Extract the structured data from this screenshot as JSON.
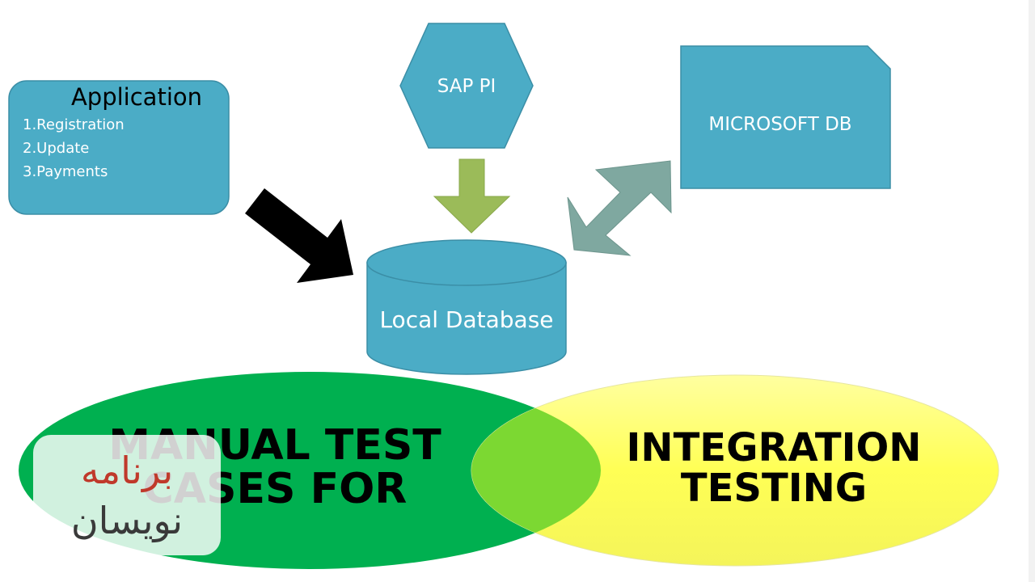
{
  "application": {
    "title": "Application",
    "items": [
      "1.Registration",
      "2.Update",
      "3.Payments"
    ]
  },
  "sap_pi": {
    "label": "SAP PI"
  },
  "microsoft_db": {
    "label": "MICROSOFT DB"
  },
  "local_db": {
    "label": "Local Database"
  },
  "venn": {
    "left_line1": "MANUAL TEST",
    "left_line2": "CASES FOR",
    "right_line1": "INTEGRATION",
    "right_line2": "TESTING"
  },
  "watermark": {
    "line1": "برنامه",
    "line2": "نویسان"
  },
  "colors": {
    "node_fill": "#4bacc6",
    "node_stroke": "#3b8ea6",
    "green_ellipse": "#00b050",
    "yellow_ellipse": "#ffff66",
    "overlap": "#7cd832",
    "down_arrow": "#9bbb59",
    "double_arrow": "#7fa8a0",
    "black_arrow": "#000000",
    "watermark_red": "#c0392b"
  }
}
